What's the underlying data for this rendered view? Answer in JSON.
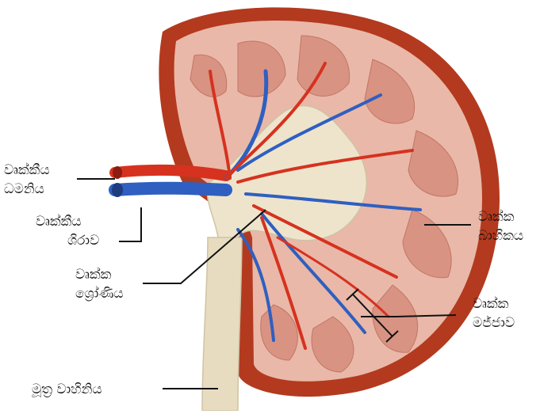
{
  "labels": {
    "renal_artery": {
      "line1": "වෘක්කීය",
      "line2": "ධමනිය"
    },
    "renal_vein": {
      "line1": "වෘක්කීය",
      "line2": "ශිරාව"
    },
    "renal_pelvis": {
      "line1": "වෘක්ක",
      "line2": "ශ්‍රෝණිය"
    },
    "renal_cortex": {
      "line1": "වෘක්ක",
      "line2": "බාහිකය"
    },
    "renal_medulla": {
      "line1": "වෘක්ක",
      "line2": "මජ්ජාව"
    },
    "ureter": {
      "line1": "මූත්‍ර වාහිනිය"
    }
  },
  "colors": {
    "capsule": "#b33a1f",
    "cortex": "#e9b8a8",
    "pyramid": "#d99383",
    "pelvis": "#eee4cc",
    "ureter": "#e8dcc0",
    "artery": "#d6321f",
    "vein": "#2f5fc0",
    "leader": "#111111"
  }
}
